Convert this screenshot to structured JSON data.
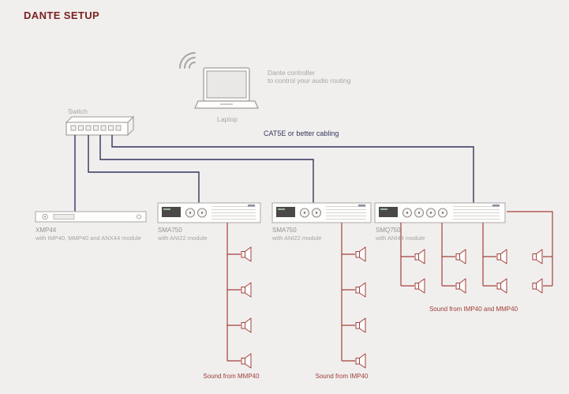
{
  "title": "DANTE SETUP",
  "laptop": {
    "label": "Laptop",
    "note_line1": "Dante controller",
    "note_line2": "to control your audio routing"
  },
  "network": {
    "switch_label": "Switch",
    "cabling_label": "CAT5E or better cabling"
  },
  "devices": [
    {
      "name": "XMP44",
      "module": "with IMP40, MMP40 and ANX44 module"
    },
    {
      "name": "SMA750",
      "module": "with ANI22 module"
    },
    {
      "name": "SMA750",
      "module": "with ANI22 module"
    },
    {
      "name": "SMQ750",
      "module": "with ANI44 module"
    }
  ],
  "speaker_groups": [
    {
      "label": "Sound from MMP40",
      "speaker_count": 4
    },
    {
      "label": "Sound from IMP40",
      "speaker_count": 4
    },
    {
      "label": "Sound from IMP40 and MMP40",
      "speaker_count": 8
    }
  ],
  "colors": {
    "background": "#f1efee",
    "title_maroon": "#7a2120",
    "cable_navy": "#34345c",
    "cable_red": "#a2403a",
    "label_gray": "#a8a4a1",
    "device_outline": "#b3afac"
  }
}
